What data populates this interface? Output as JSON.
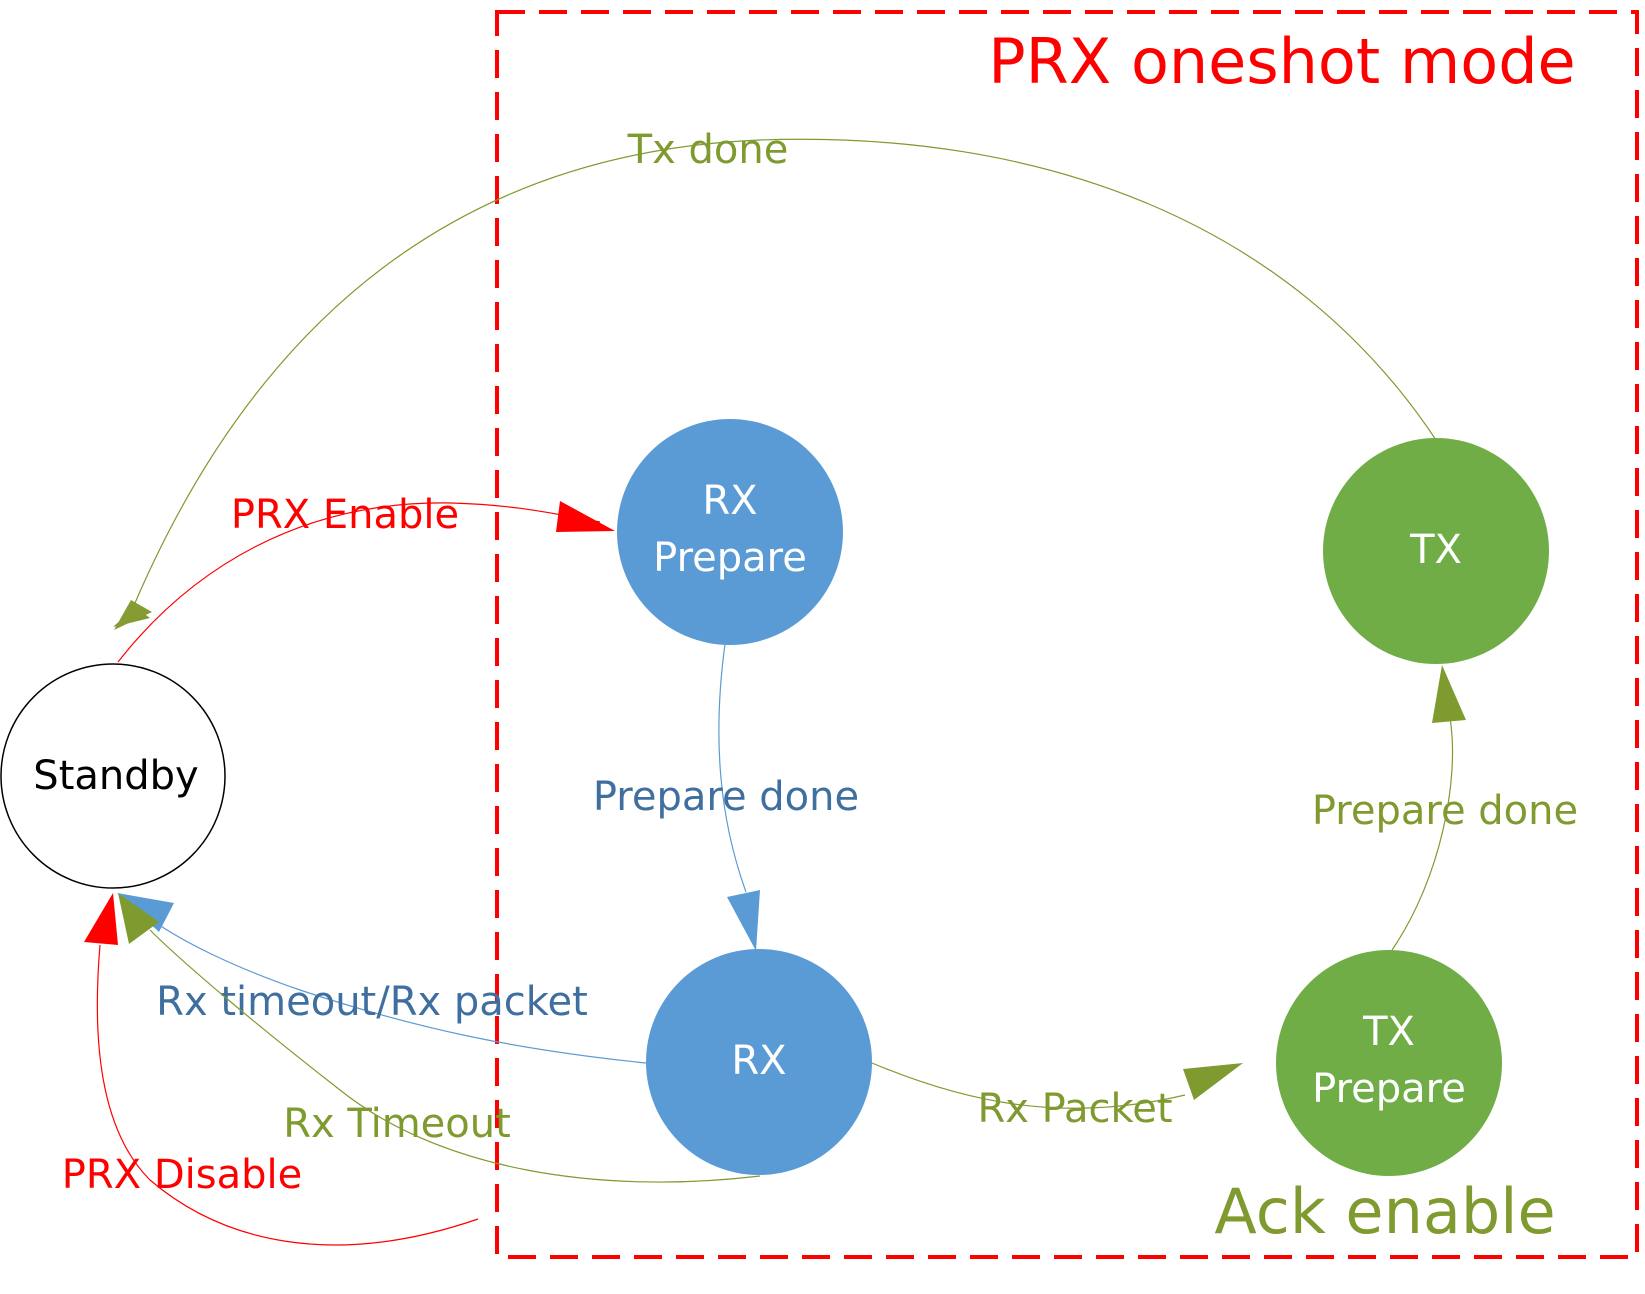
{
  "colors": {
    "red": "#FF0000",
    "olive": "#7F9A2F",
    "olive_text": "#7F9A2F",
    "blue_text": "#3F6F9F",
    "blue_node": "#5B9BD5",
    "blue_line": "#5B9BD5",
    "green_node": "#70AD47",
    "black": "#000000",
    "white": "#FFFFFF"
  },
  "regions": {
    "mode": {
      "title": "PRX oneshot mode"
    },
    "ack": {
      "title": "Ack enable"
    }
  },
  "nodes": {
    "standby": {
      "label": "Standby"
    },
    "rx_prepare": {
      "line1": "RX",
      "line2": "Prepare"
    },
    "rx": {
      "label": "RX"
    },
    "tx": {
      "label": "TX"
    },
    "tx_prepare": {
      "line1": "TX",
      "line2": "Prepare"
    }
  },
  "edges": {
    "tx_done": "Tx done",
    "prx_enable": "PRX Enable",
    "rx_prepare_done": "Prepare done",
    "tx_prepare_done": "Prepare done",
    "rx_timeout_packet": "Rx timeout/Rx packet",
    "rx_timeout": "Rx Timeout",
    "prx_disable": "PRX Disable",
    "rx_packet": "Rx Packet"
  }
}
